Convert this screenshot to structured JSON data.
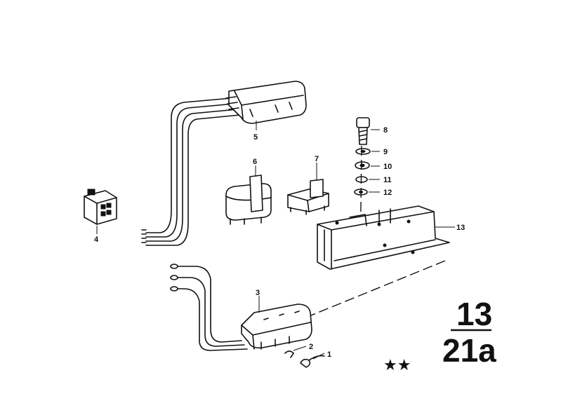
{
  "callouts": {
    "p1": "1",
    "p2": "2",
    "p3": "3",
    "p4": "4",
    "p5": "5",
    "p6": "6",
    "p7": "7",
    "p8": "8",
    "p9": "9",
    "p10": "10",
    "p11": "11",
    "p12": "12",
    "p13": "13"
  },
  "group_code": {
    "top": "13",
    "bottom": "21a"
  },
  "stars": "★★"
}
